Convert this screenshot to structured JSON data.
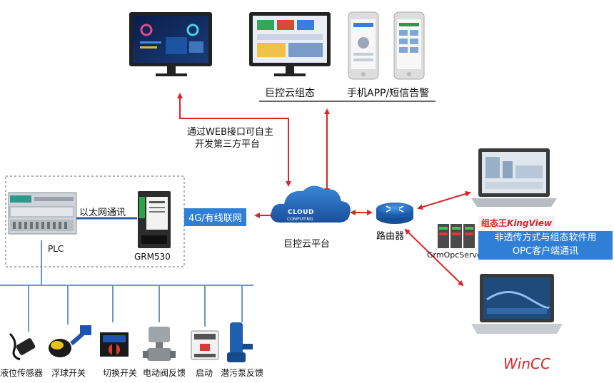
{
  "top": {
    "cloud_config_label": "巨控云组态",
    "mobile_label": "手机APP/短信告警",
    "web_interface_line1": "通过WEB接口可自主",
    "web_interface_line2": "开发第三方平台"
  },
  "center": {
    "network_box": "4G/有线联网",
    "cloud_text_1": "CLOUD",
    "cloud_text_2": "COMPUTING",
    "cloud_platform_label": "巨控云平台",
    "router_label": "路由器"
  },
  "left": {
    "ethernet_label": "以太网通讯",
    "plc_label": "PLC",
    "grm_label": "GRM530"
  },
  "right": {
    "kingview_prefix": "组态王",
    "kingview_brand": "KingView",
    "opc_server_label": "GrmOpcServer",
    "transparent_line1": "非透传方式与组态软件用",
    "transparent_line2": "OPC客户端通讯",
    "wincc_label": "WinCC"
  },
  "devices": [
    {
      "label": "液位传感器"
    },
    {
      "label": "浮球开关"
    },
    {
      "label": "切换开关"
    },
    {
      "label": "电动阀反馈"
    },
    {
      "label": "启动"
    },
    {
      "label": "潜污泵反馈"
    }
  ],
  "colors": {
    "arrow_red": "#d9262b",
    "bus_blue": "#6f94c8",
    "box_blue": "#2f7fd6",
    "cloud_blue": "#1f5fb0"
  }
}
